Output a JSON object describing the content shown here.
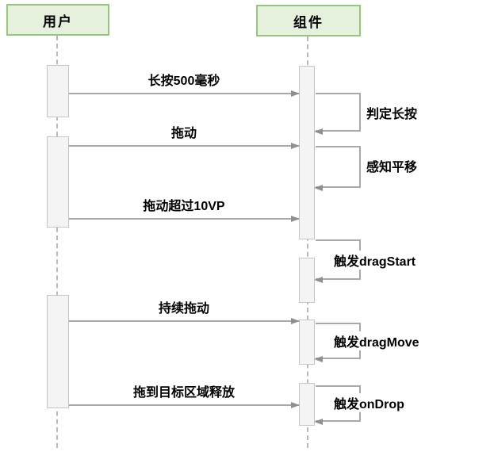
{
  "diagram": {
    "type": "sequence",
    "actors": [
      {
        "id": "user",
        "label": "用户"
      },
      {
        "id": "component",
        "label": "组件"
      }
    ],
    "messages": [
      {
        "from": "user",
        "to": "component",
        "label": "长按500毫秒"
      },
      {
        "from": "user",
        "to": "component",
        "label": "拖动"
      },
      {
        "from": "user",
        "to": "component",
        "label": "拖动超过10VP"
      },
      {
        "from": "user",
        "to": "component",
        "label": "持续拖动"
      },
      {
        "from": "user",
        "to": "component",
        "label": "拖到目标区域释放"
      }
    ],
    "self_messages": [
      {
        "actor": "component",
        "label": "判定长按"
      },
      {
        "actor": "component",
        "label": "感知平移"
      },
      {
        "actor": "component",
        "label": "触发dragStart"
      },
      {
        "actor": "component",
        "label": "触发dragMove"
      },
      {
        "actor": "component",
        "label": "触发onDrop"
      }
    ],
    "colors": {
      "actor_fill": "#e5f1dd",
      "actor_border": "#94c77c",
      "activation_fill": "#f4f4f4",
      "activation_border": "#c6c6c6",
      "lifeline": "#b9b9b9",
      "line": "#a9a9a9",
      "arrow": "#8f8f8f",
      "text": "#000000"
    }
  }
}
